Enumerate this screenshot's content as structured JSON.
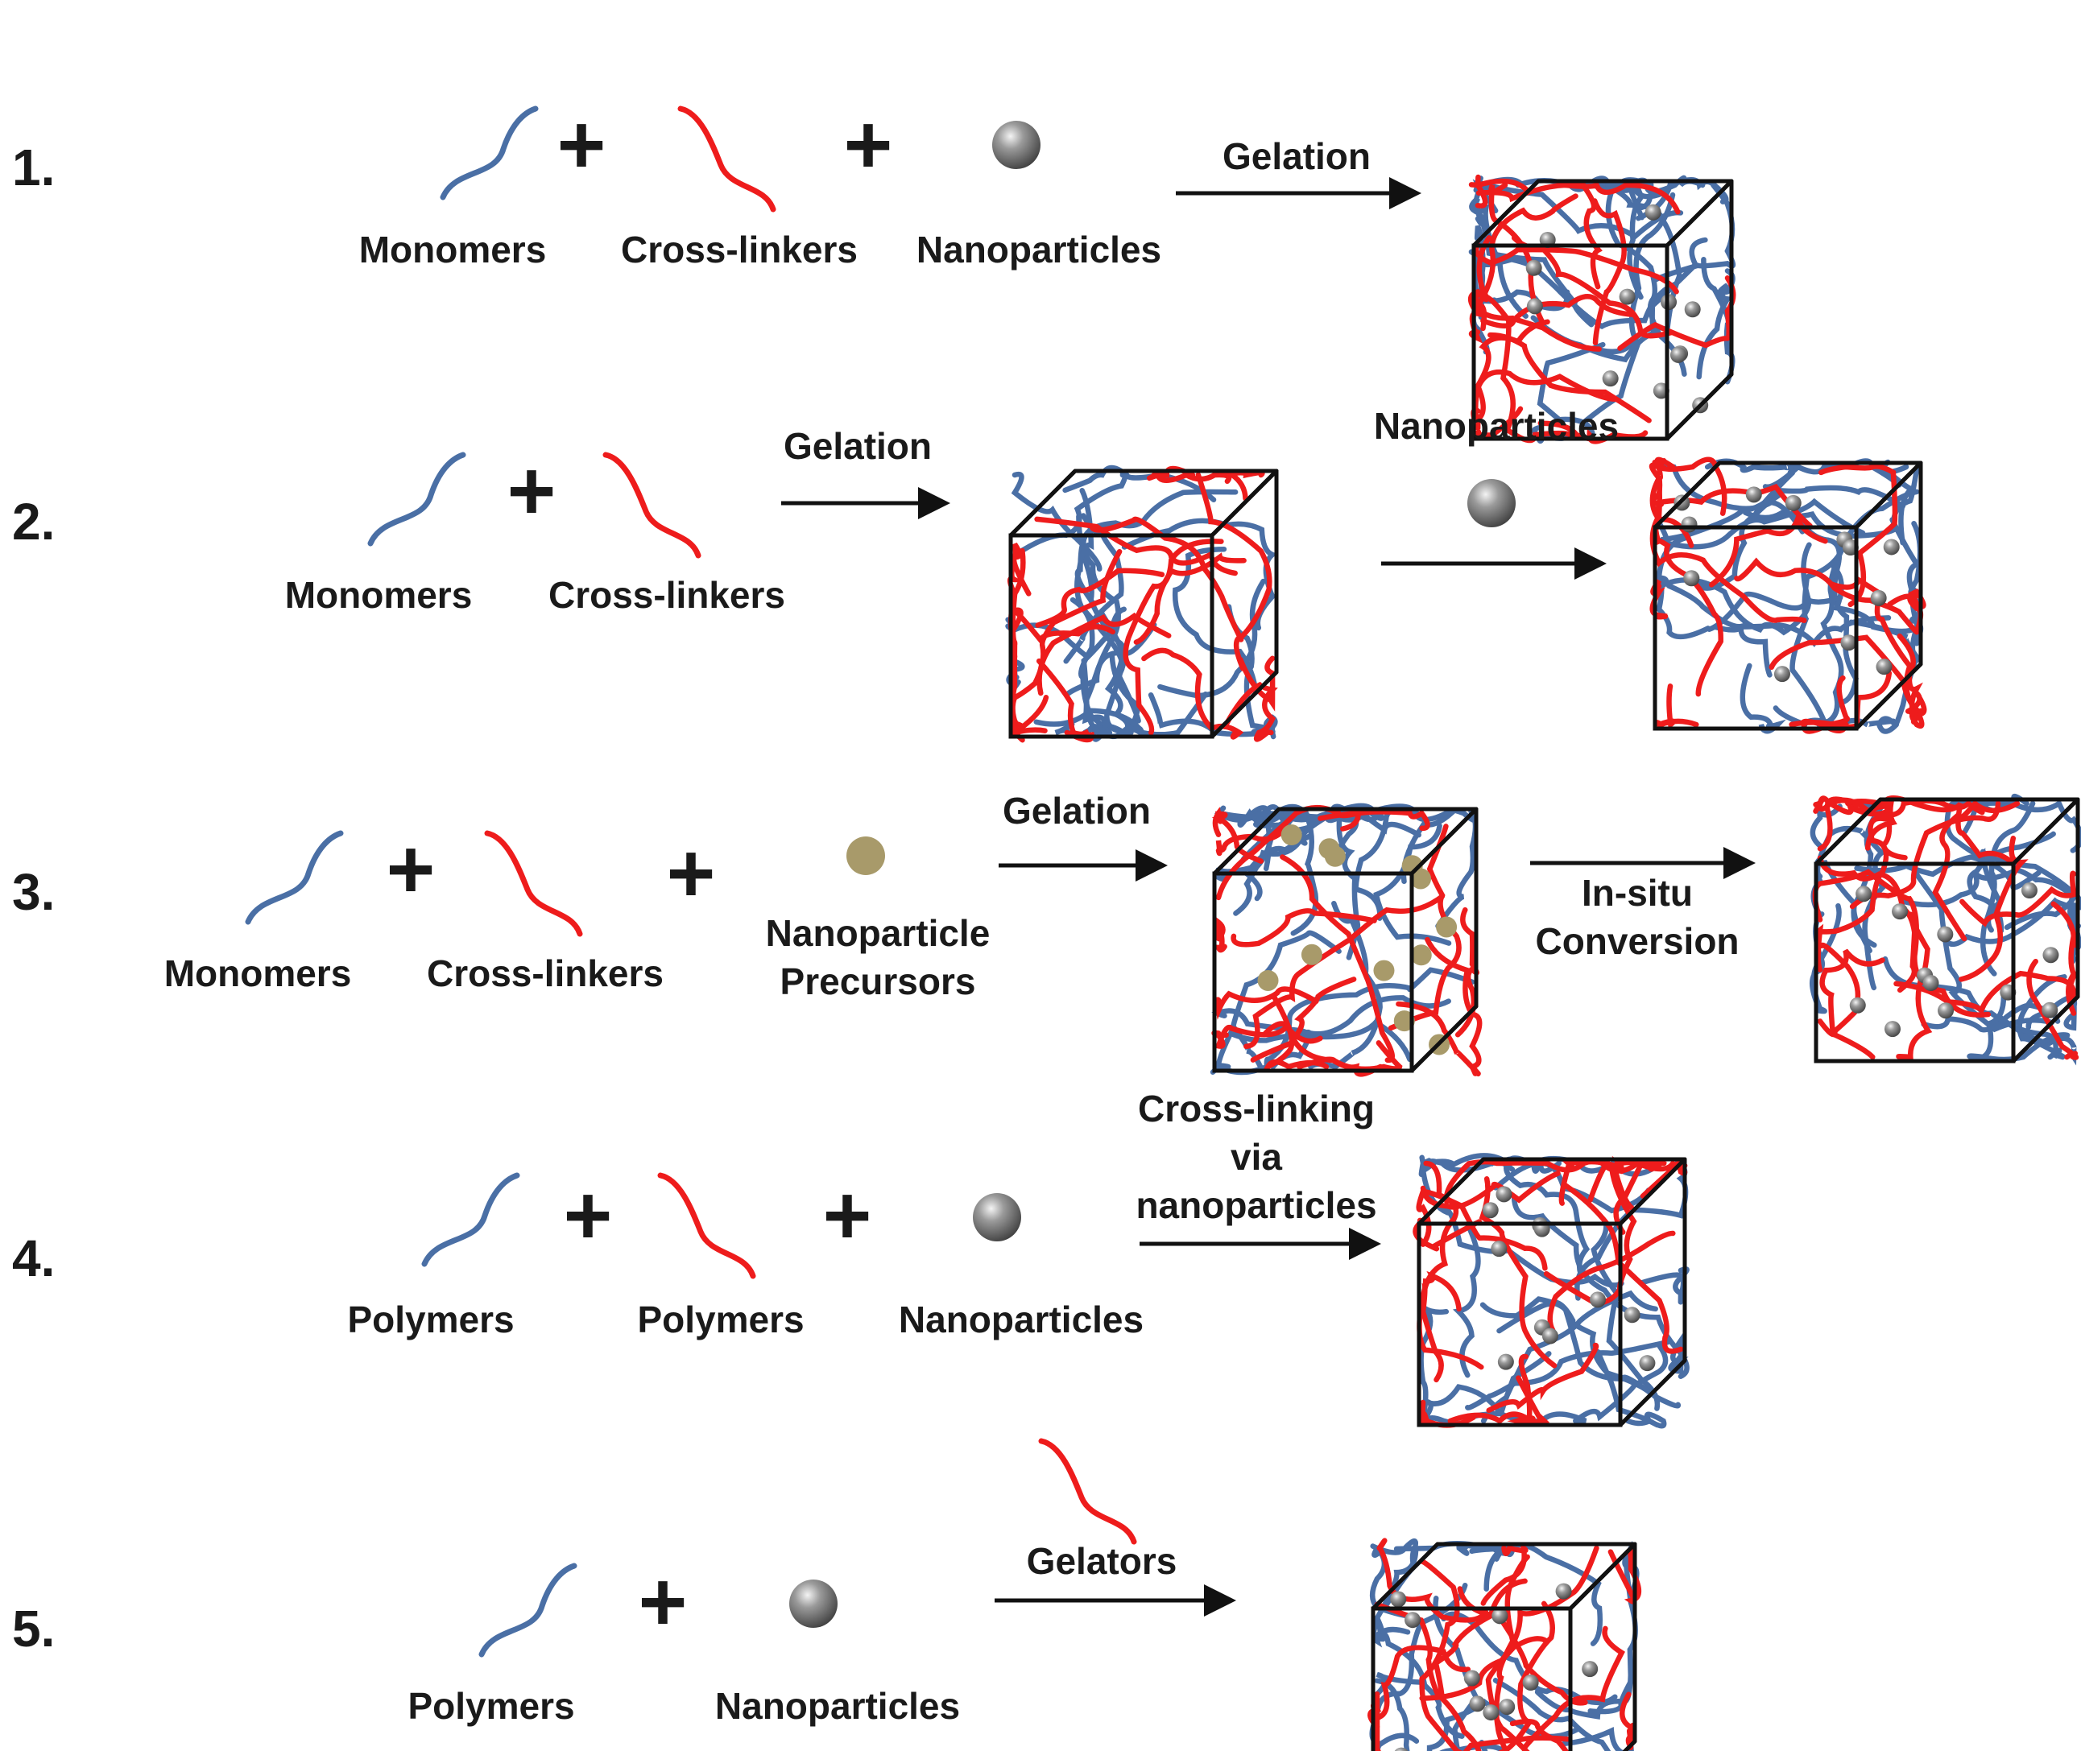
{
  "rows": [
    {
      "number": "1.",
      "inputs": [
        "Monomers",
        "Cross-linkers",
        "Nanoparticles"
      ],
      "steps": [
        "Gelation"
      ]
    },
    {
      "number": "2.",
      "inputs": [
        "Monomers",
        "Cross-linkers"
      ],
      "steps": [
        "Gelation",
        "Nanoparticles"
      ]
    },
    {
      "number": "3.",
      "inputs": [
        "Monomers",
        "Cross-linkers",
        "Nanoparticle",
        "Precursors"
      ],
      "steps": [
        "Gelation",
        "In-situ",
        "Conversion"
      ]
    },
    {
      "number": "4.",
      "inputs": [
        "Polymers",
        "Polymers",
        "Nanoparticles"
      ],
      "steps": [
        "Cross-linking",
        "via",
        "nanoparticles"
      ]
    },
    {
      "number": "5.",
      "inputs": [
        "Polymers",
        "Nanoparticles"
      ],
      "steps": [
        "Gelators"
      ]
    }
  ],
  "plus_symbol": "+",
  "colors": {
    "monomer_blue": "#4a6fa5",
    "crosslinker_red": "#ee1c1c",
    "nanoparticle_grey": "#6e6e6e",
    "precursor_khaki": "#a89a6a",
    "outline": "#111111"
  }
}
